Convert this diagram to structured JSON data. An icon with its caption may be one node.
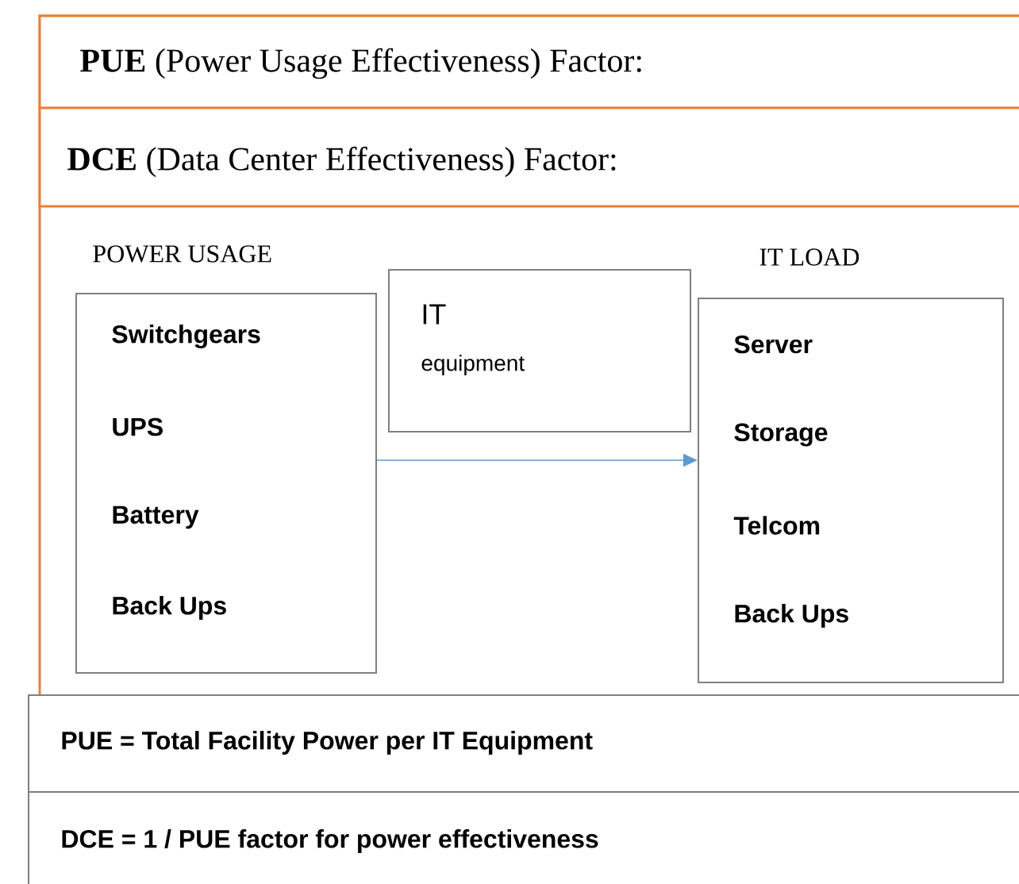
{
  "diagram": {
    "nodes": [
      {
        "text": [
          "**PUE** (Power Usage Effectiveness) Factor:"
        ]
      },
      {
        "text": [
          "**DCE** (Data Center Effectiveness) Factor:"
        ]
      },
      {
        "text": [
          "POWER USAGE",
          "Switchgears",
          "UPS",
          "Battery",
          "Back Ups"
        ]
      },
      {
        "text": [
          "IT",
          "equipment"
        ]
      },
      {
        "text": [
          "IT LOAD",
          "Server",
          "Storage",
          "Telcom",
          "Back Ups"
        ]
      },
      {
        "text": [
          "PUE = Total Facility Power per IT Equipment"
        ]
      },
      {
        "text": [
          "DCE = 1 / PUE factor for power effectiveness"
        ]
      }
    ],
    "edges": [
      {
        "from": 2,
        "to": 4,
        "arrow": "to",
        "color": "#5b9bd5"
      }
    ]
  }
}
